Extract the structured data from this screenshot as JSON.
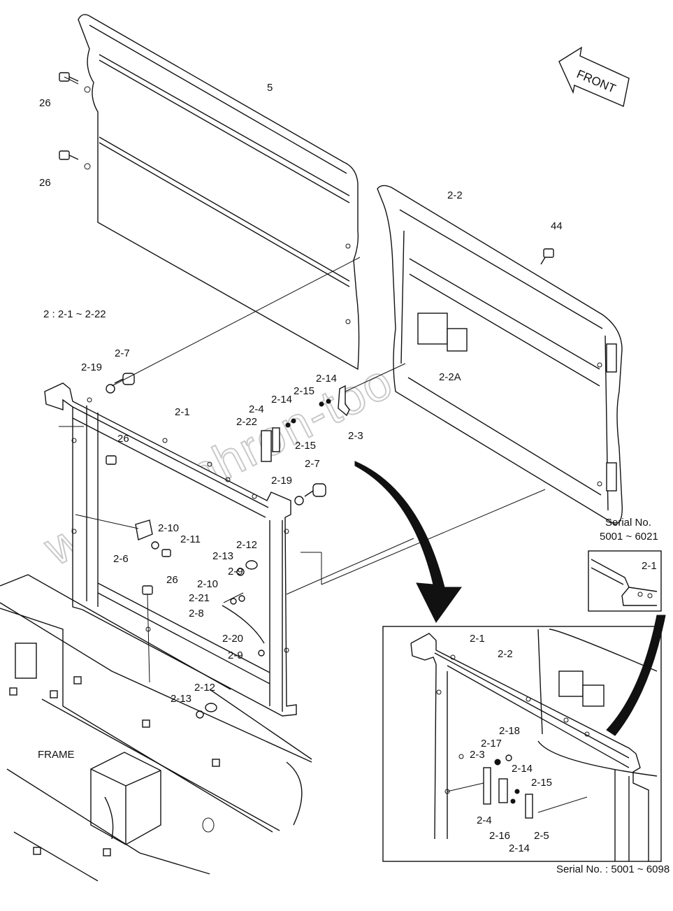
{
  "diagram": {
    "watermark": "www.sinhron-too.kz",
    "direction_arrow": "FRONT",
    "group_note": "2 : 2-1 ~ 2-22",
    "frame_label": "FRAME",
    "inset_serial_title": "Serial No.",
    "inset_serial_range": "5001 ~ 6021",
    "footer_serial": "Serial No. : 5001 ~ 6098",
    "part_labels": {
      "p26a": "26",
      "p26b": "26",
      "p5": "5",
      "p2_2": "2-2",
      "p44": "44",
      "p2_2A": "2-2A",
      "p2_7a": "2-7",
      "p2_19a": "2-19",
      "p2_1": "2-1",
      "p26c": "26",
      "p2_4": "2-4",
      "p2_22": "2-22",
      "p2_14a": "2-14",
      "p2_15a": "2-15",
      "p2_14b": "2-14",
      "p2_15b": "2-15",
      "p2_3": "2-3",
      "p2_7b": "2-7",
      "p2_19b": "2-19",
      "p2_10a": "2-10",
      "p2_6": "2-6",
      "p2_11": "2-11",
      "p2_12a": "2-12",
      "p2_13a": "2-13",
      "p2_9a": "2-9",
      "p26d": "26",
      "p2_10b": "2-10",
      "p2_21": "2-21",
      "p2_8": "2-8",
      "p2_20": "2-20",
      "p2_9b": "2-9",
      "p2_12b": "2-12",
      "p2_13b": "2-13",
      "d2_1": "2-1",
      "d2_2": "2-2",
      "d2_18": "2-18",
      "d2_17": "2-17",
      "d2_3": "2-3",
      "d2_14a": "2-14",
      "d2_15": "2-15",
      "d2_4": "2-4",
      "d2_16": "2-16",
      "d2_5": "2-5",
      "d2_14b": "2-14",
      "s2_1": "2-1"
    }
  }
}
